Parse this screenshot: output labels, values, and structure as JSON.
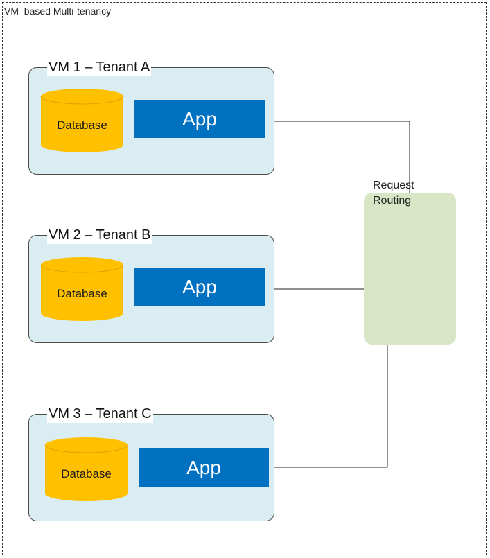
{
  "diagram": {
    "title": "VM  based Multi-tenancy",
    "vms": [
      {
        "title": "VM 1 – Tenant A",
        "database_label": "Database",
        "app_label": "App"
      },
      {
        "title": "VM 2 – Tenant B",
        "database_label": "Database",
        "app_label": "App"
      },
      {
        "title": "VM 3 – Tenant C",
        "database_label": "Database",
        "app_label": "App"
      }
    ],
    "router": {
      "label": "Request\nRouting"
    },
    "colors": {
      "vm_fill": "#daedf2",
      "database_fill": "#ffc000",
      "app_fill": "#0070c0",
      "router_fill": "#d9e6c5"
    },
    "icons": [
      "database-cylinder-icon"
    ]
  }
}
